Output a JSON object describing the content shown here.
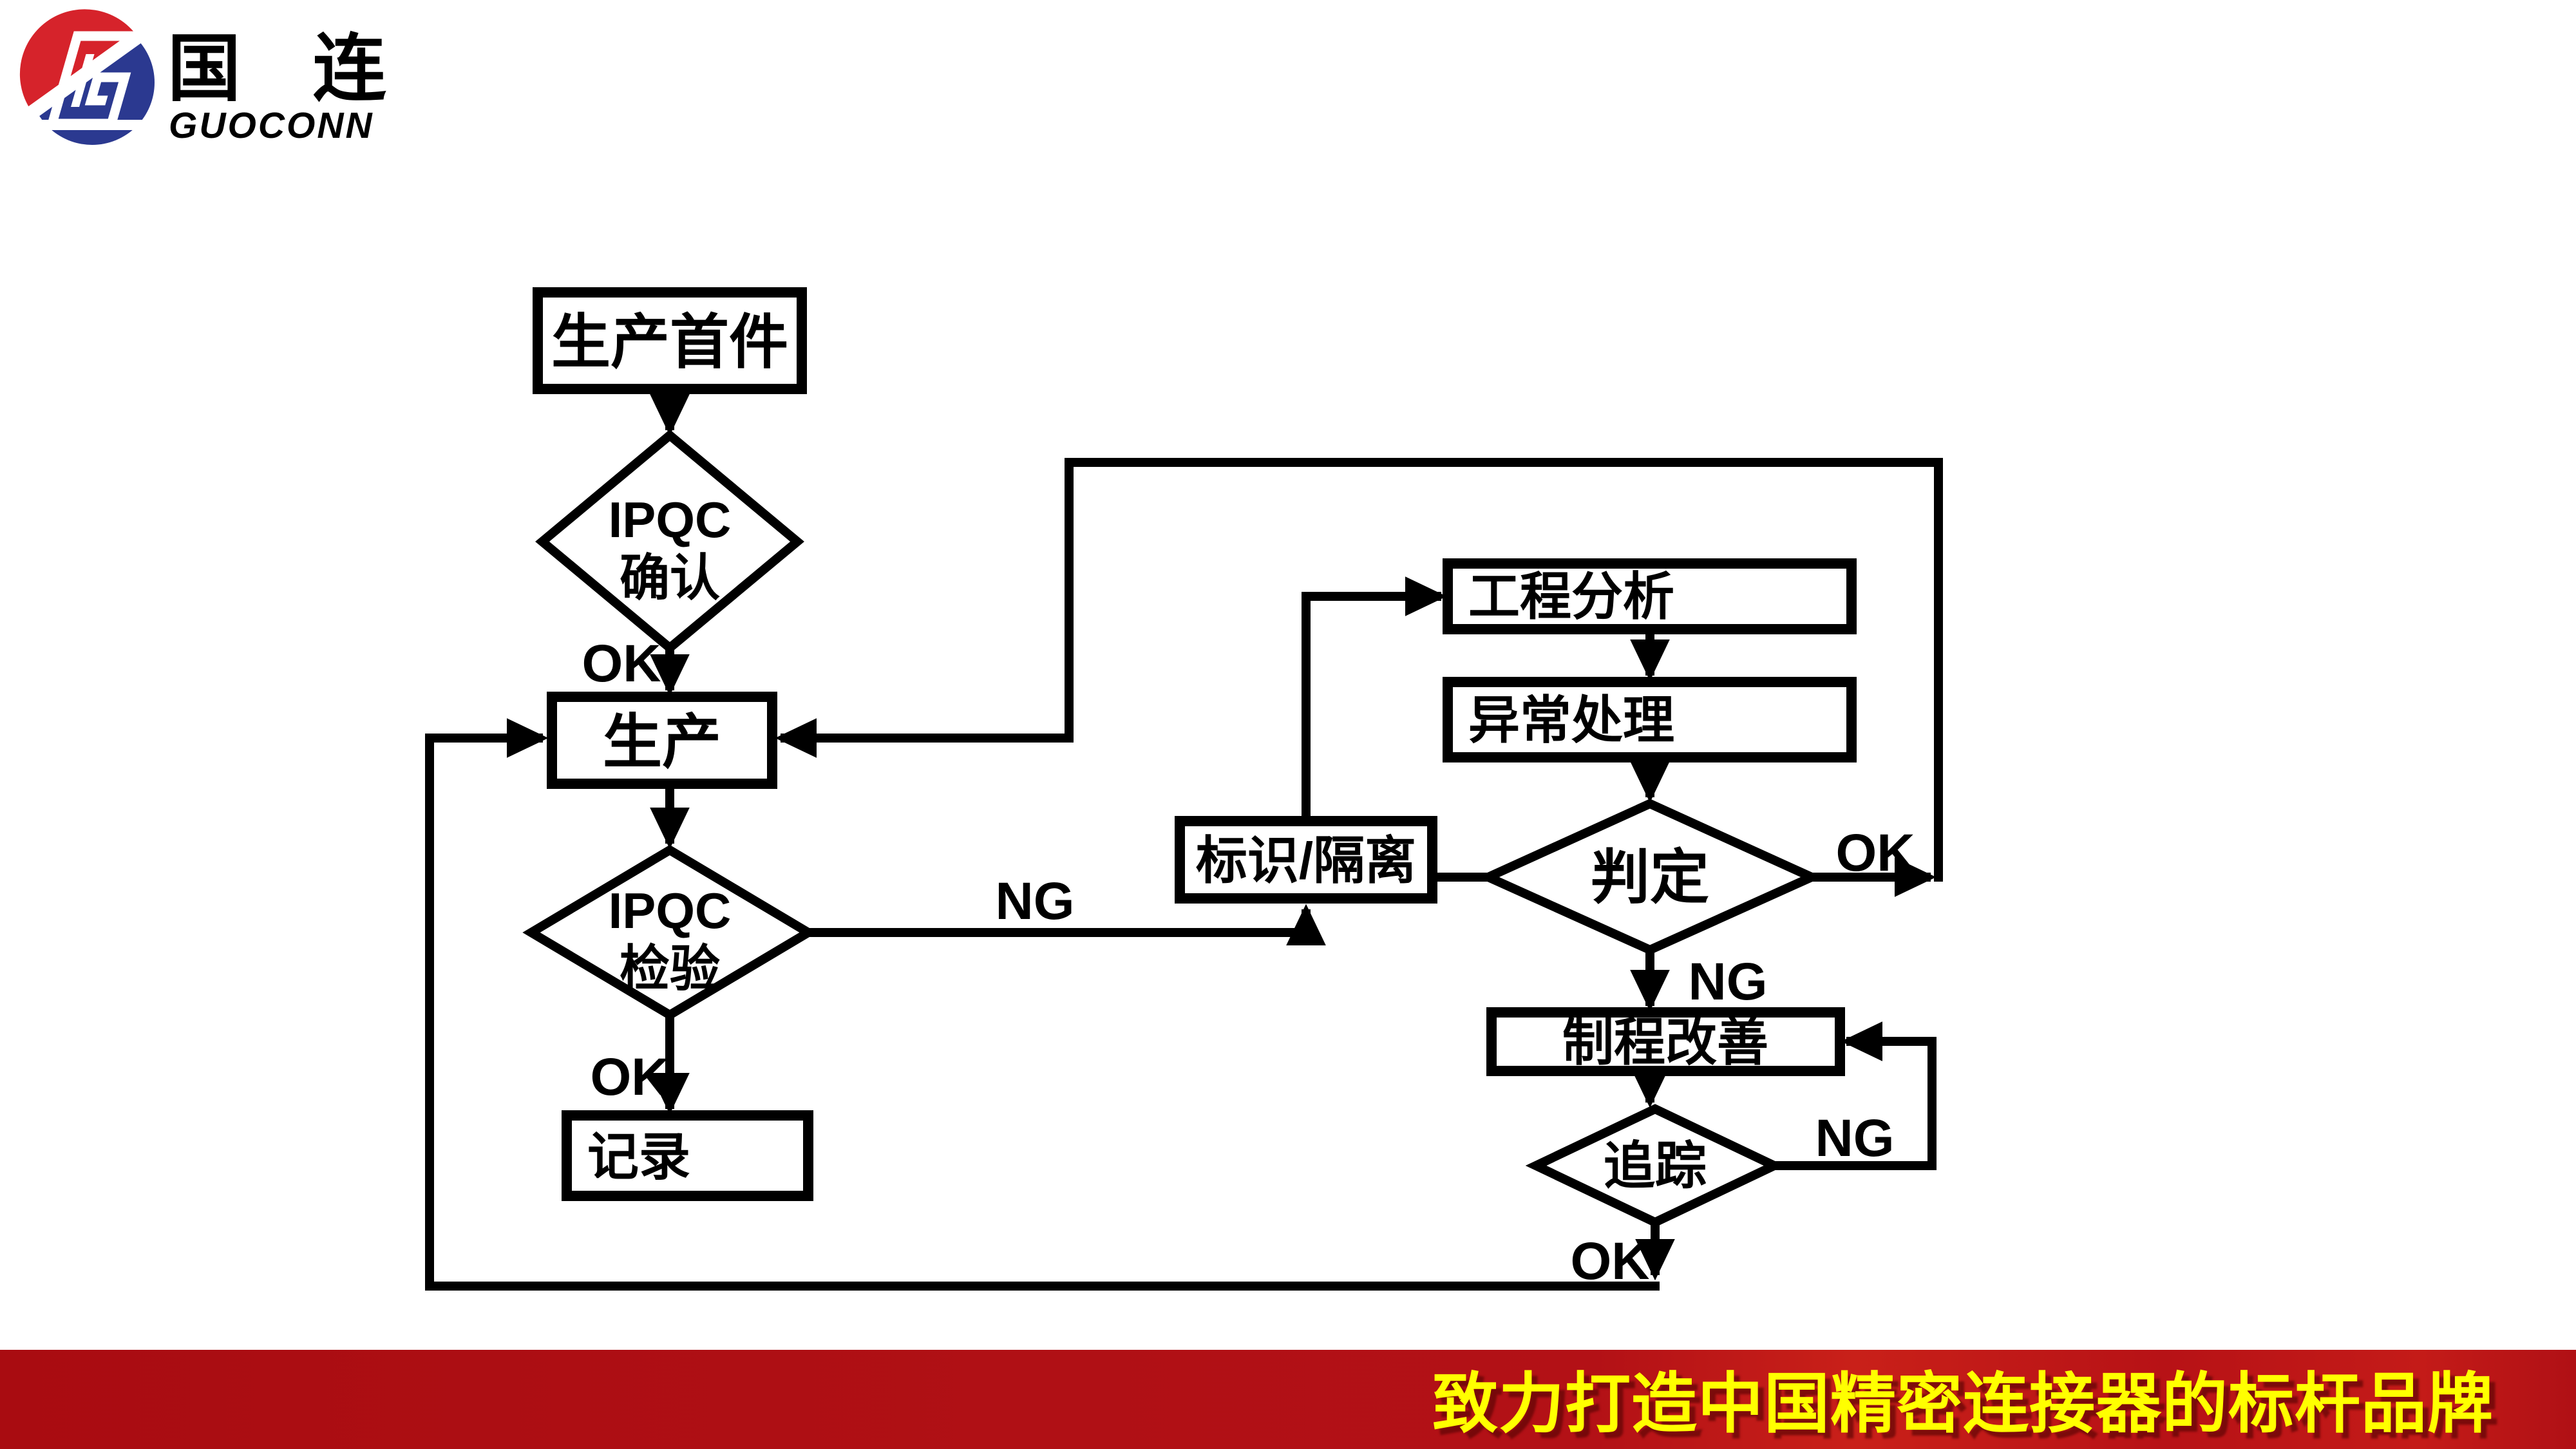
{
  "logo": {
    "name_cn": "国 连",
    "name_en": "GUOCONN",
    "colors": {
      "red": "#D6232B",
      "blue": "#2B3990"
    }
  },
  "flowchart": {
    "colors": {
      "line": "#000000",
      "ok": "#3B98D9",
      "ng": "#FF3B00"
    },
    "nodes": {
      "first_article": {
        "label": "生产首件"
      },
      "ipqc_confirm": {
        "line1": "IPQC",
        "line2": "确认"
      },
      "production": {
        "label": "生产"
      },
      "ipqc_inspect": {
        "line1": "IPQC",
        "line2": "检验"
      },
      "record": {
        "label": "记录"
      },
      "mark_isolate": {
        "label": "标识/隔离"
      },
      "engineering_analysis": {
        "label": "工程分析"
      },
      "abnormal_handling": {
        "label": "异常处理"
      },
      "judgment": {
        "label": "判定"
      },
      "process_improvement": {
        "label": "制程改善"
      },
      "tracking": {
        "label": "追踪"
      }
    },
    "edge_labels": {
      "ok_confirm": "OK",
      "ok_inspect": "OK",
      "ok_judgment": "OK",
      "ok_tracking": "OK",
      "ng_inspect": "NG",
      "ng_judgment": "NG",
      "ng_tracking": "NG"
    }
  },
  "banner": {
    "text": "致力打造中国精密连接器的标杆品牌",
    "background": "#B01015",
    "text_color": "#FFFF00"
  }
}
